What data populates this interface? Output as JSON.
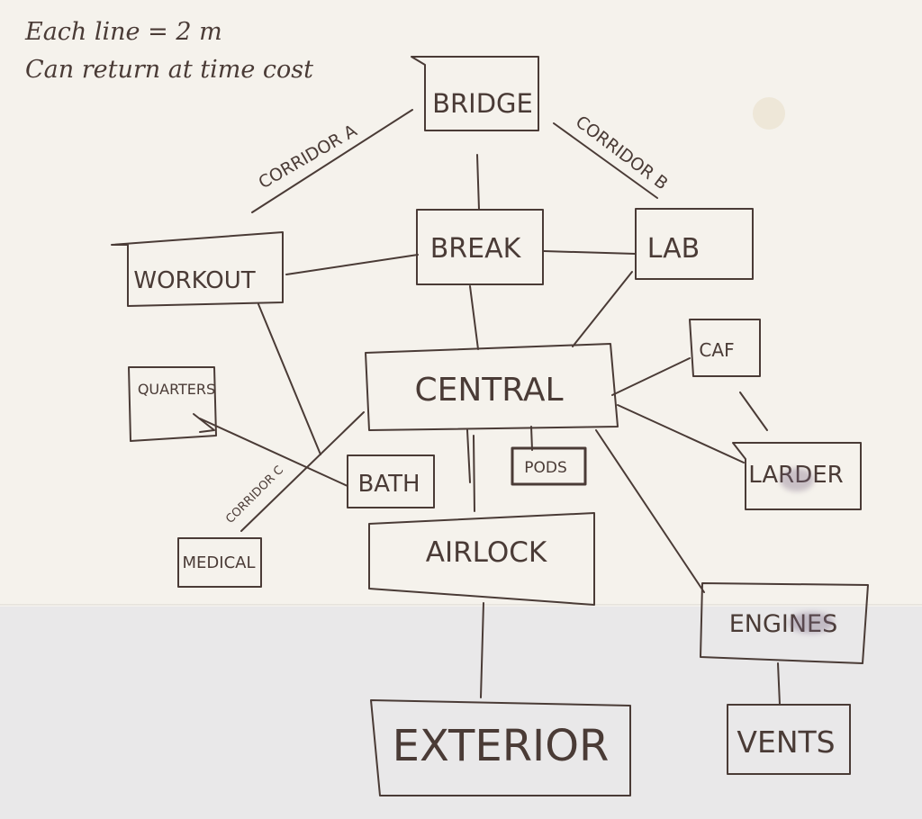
{
  "notes": {
    "line1": "Each line = 2 m",
    "line2": "Can return at time cost"
  },
  "rooms": {
    "bridge": "BRIDGE",
    "break": "BREAK",
    "lab": "LAB",
    "workout": "WORKOUT",
    "central": "CENTRAL",
    "caf": "CAF",
    "quarters": "QUARTERS",
    "bath": "BATH",
    "pods": "PODS",
    "larder": "LARDER",
    "medical": "MEDICAL",
    "airlock": "AIRLOCK",
    "engines": "ENGINES",
    "exterior": "EXTERIOR",
    "vents": "VENTS"
  },
  "corridors": {
    "a": "CORRIDOR A",
    "b": "CORRIDOR B",
    "c": "CORRIDOR C"
  },
  "colors": {
    "ink": "#4a3b36",
    "paper": "#f5f2ec"
  }
}
